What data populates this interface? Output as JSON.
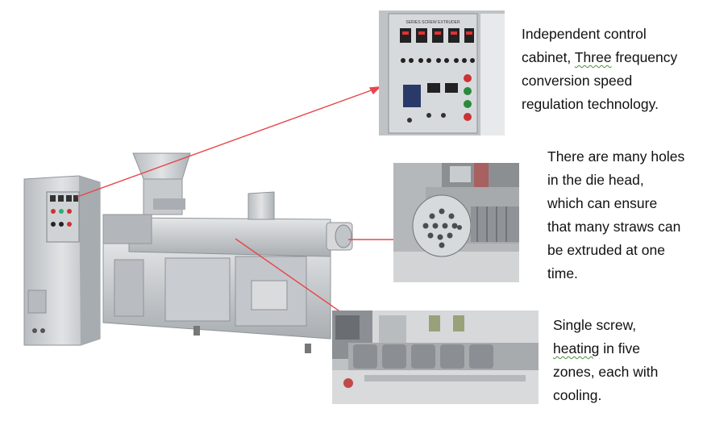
{
  "captions": {
    "control": {
      "line1": "Independent control",
      "line2_pre": "cabinet, ",
      "line2_wavy": "Three",
      "line2_post": " frequency",
      "line3": "conversion speed",
      "line4": "regulation technology."
    },
    "die": {
      "line1": "There are many holes",
      "line2": "in the die head,",
      "line3": "which can ensure",
      "line4": "that many straws can",
      "line5": "be extruded at one",
      "line6": "time."
    },
    "screw": {
      "line1": "Single screw,",
      "line2_wavy": "heating",
      "line2_post": " in five",
      "line3": "zones, each with",
      "line4": "cooling."
    }
  },
  "panel_label": "SERIES SCREW EXTRUDER",
  "colors": {
    "arrow": "#e8464b",
    "steel": "#c9ccce",
    "steel_dark": "#8d9296"
  }
}
